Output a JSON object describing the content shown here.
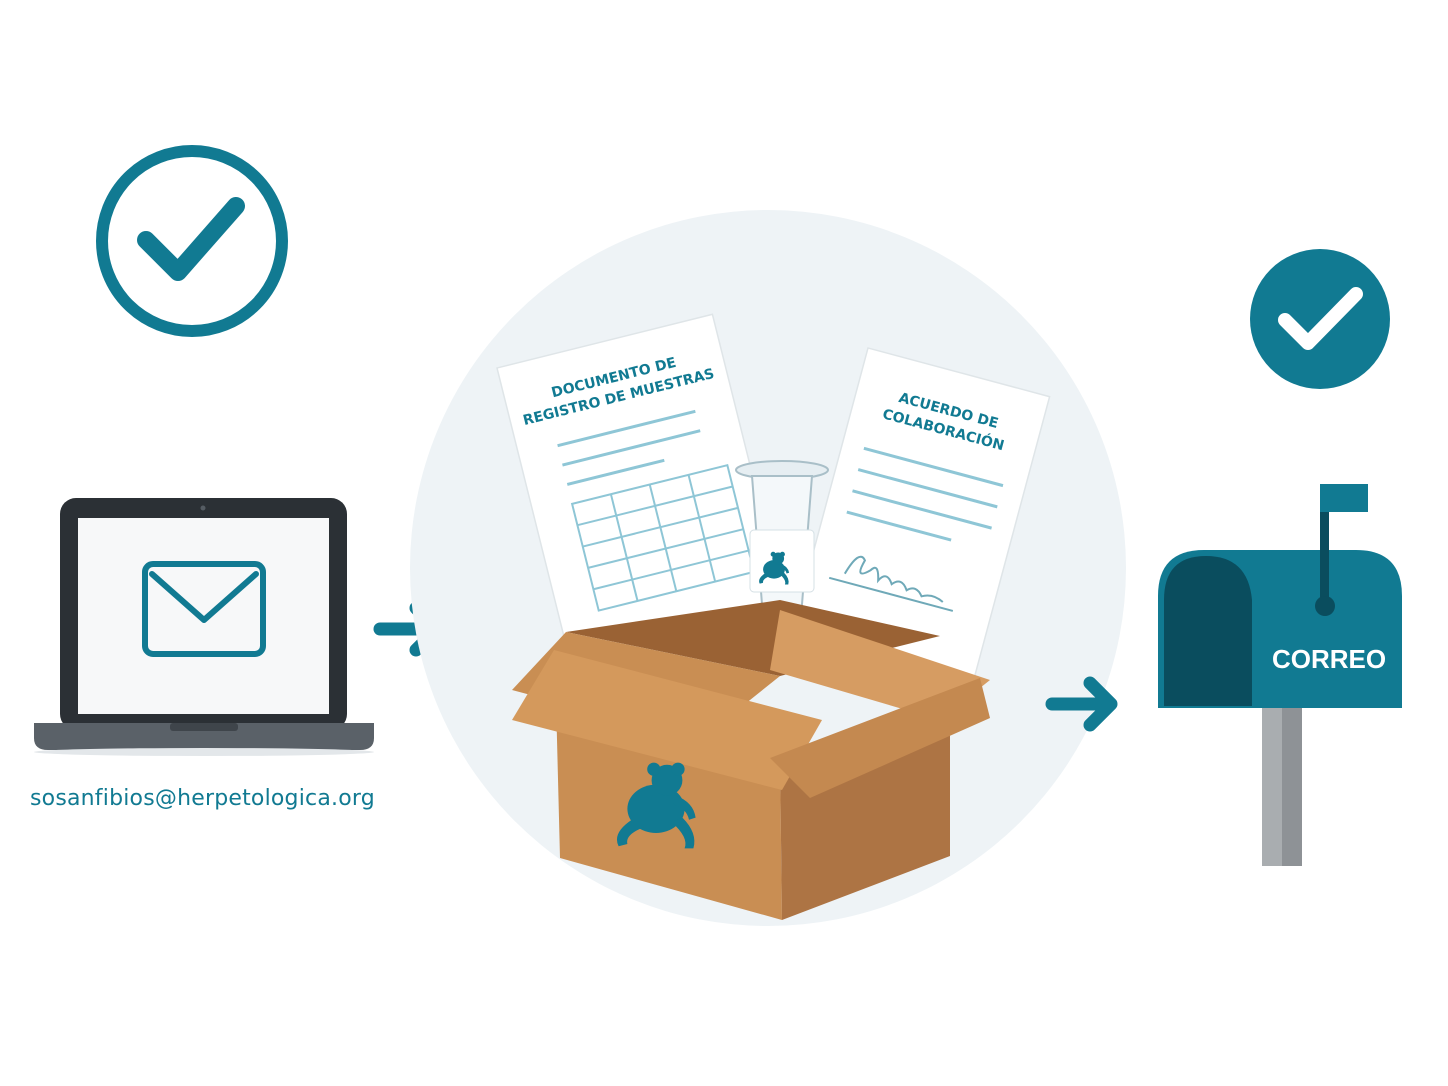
{
  "colors": {
    "teal": "#117a92",
    "teal_dark": "#0a4d5e",
    "box": "#c98e53",
    "circle_bg": "#eef3f6",
    "laptop": "#2b3035"
  },
  "left": {
    "email": "sosanfibios@herpetologica.org",
    "icon": "envelope-icon",
    "check": "check-circle-icon"
  },
  "center": {
    "doc_registry": {
      "line1": "DOCUMENTO DE",
      "line2": "REGISTRO DE MUESTRAS"
    },
    "doc_agreement": {
      "line1": "ACUERDO DE",
      "line2": "COLABORACIÓN"
    },
    "tube_icon": "sample-tube-icon",
    "box_icon": "frog-icon"
  },
  "right": {
    "mailbox_label": "CORREO",
    "check": "check-badge-icon"
  }
}
